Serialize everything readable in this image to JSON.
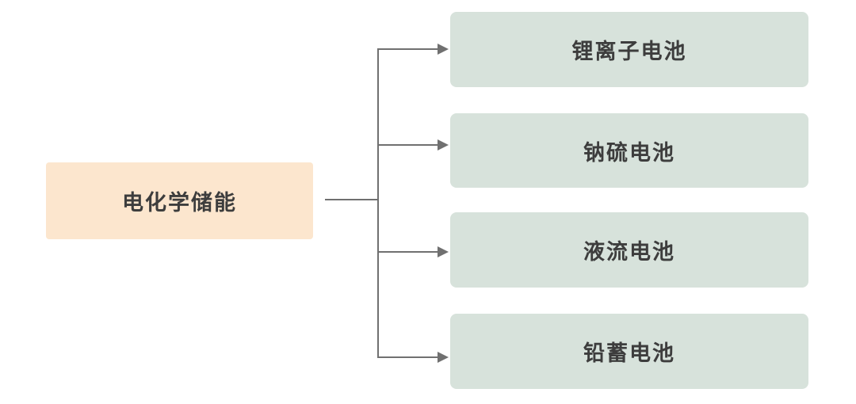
{
  "diagram": {
    "root": {
      "label": "电化学储能"
    },
    "children": [
      {
        "label": "锂离子电池"
      },
      {
        "label": "钠硫电池"
      },
      {
        "label": "液流电池"
      },
      {
        "label": "铅蓄电池"
      }
    ]
  },
  "colors": {
    "root_bg": "#FCE6CE",
    "child_bg": "#D7E2DB",
    "line": "#707070",
    "text": "#3D3D3D",
    "canvas_bg": "#FFFFFF"
  }
}
